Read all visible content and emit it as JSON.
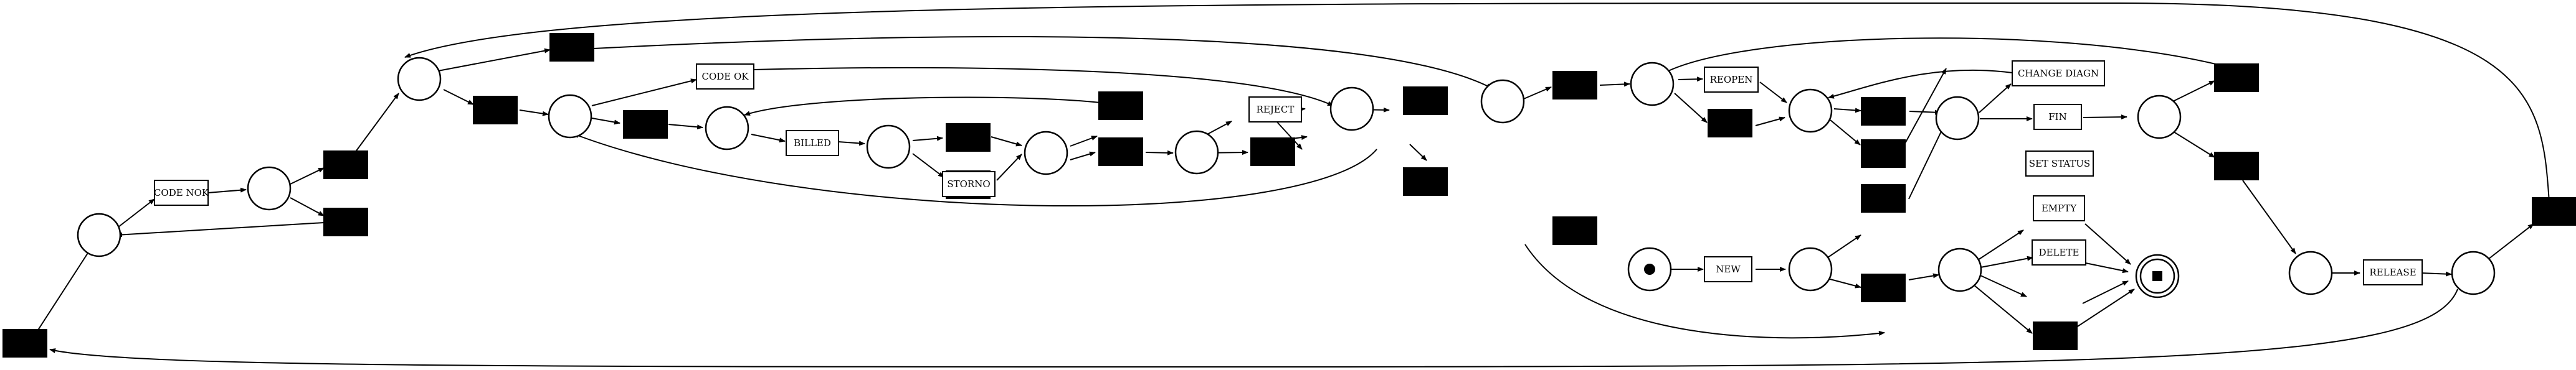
{
  "diagram": {
    "type": "petri-net",
    "labels": {
      "code_ok": "CODE OK",
      "code_nok": "CODE NOK",
      "billed": "BILLED",
      "storno": "STORNO",
      "reject": "REJECT",
      "reopen": "REOPEN",
      "change_diagn": "CHANGE DIAGN",
      "fin": "FIN",
      "set_status": "SET STATUS",
      "empty": "EMPTY",
      "delete": "DELETE",
      "new": "NEW",
      "release": "RELEASE"
    },
    "colors": {
      "stroke": "#000000",
      "fill": "#ffffff",
      "silent": "#000000"
    }
  }
}
